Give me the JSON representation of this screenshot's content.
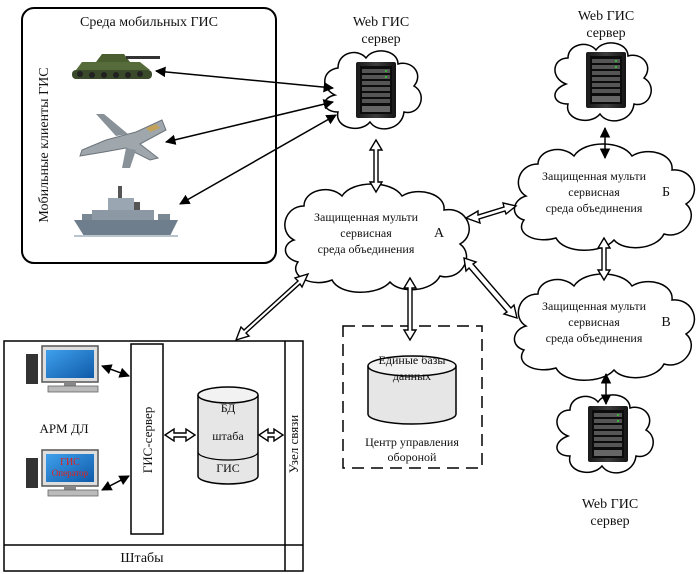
{
  "mobile_env": {
    "title": "Среда мобильных ГИС",
    "vertical_label": "Мобильные клиенты ГИС",
    "clients": [
      {
        "name": "tank-icon"
      },
      {
        "name": "fighter-jet-icon"
      },
      {
        "name": "warship-icon"
      }
    ]
  },
  "servers": {
    "top_center": {
      "line1": "Web ГИС",
      "line2": "сервер"
    },
    "top_right": {
      "line1": "Web ГИС",
      "line2": "сервер"
    },
    "bottom_right": {
      "line1": "Web ГИС",
      "line2": "сервер"
    }
  },
  "clouds": {
    "a": {
      "line1": "Защищенная мульти",
      "line2": "сервисная",
      "line3": "среда объединения",
      "letter": "А"
    },
    "b": {
      "line1": "Защищенная мульти",
      "line2": "сервисная",
      "line3": "среда объединения",
      "letter": "Б"
    },
    "c": {
      "line1": "Защищенная мульти",
      "line2": "сервисная",
      "line3": "среда объединения",
      "letter": "В"
    }
  },
  "control_center": {
    "db_line1": "Единые базы",
    "db_line2": "данных",
    "label_line1": "Центр управления",
    "label_line2": "обороной"
  },
  "hq": {
    "label": "Штабы",
    "workstation_label": "АРМ ДЛ",
    "monitor_line1": "ГИС",
    "monitor_line2": "Оператор",
    "gis_server": "ГИС-сервер",
    "db_line1": "БД",
    "db_line2": "штаба",
    "db_line3": "ГИС",
    "comm_node": "Узел связи"
  },
  "colors": {
    "monitor_screen": "#1e7fd0",
    "operator_text": "#e0201b",
    "rack_body": "#2a2a2a",
    "db_fill": "#e6e6e6"
  }
}
